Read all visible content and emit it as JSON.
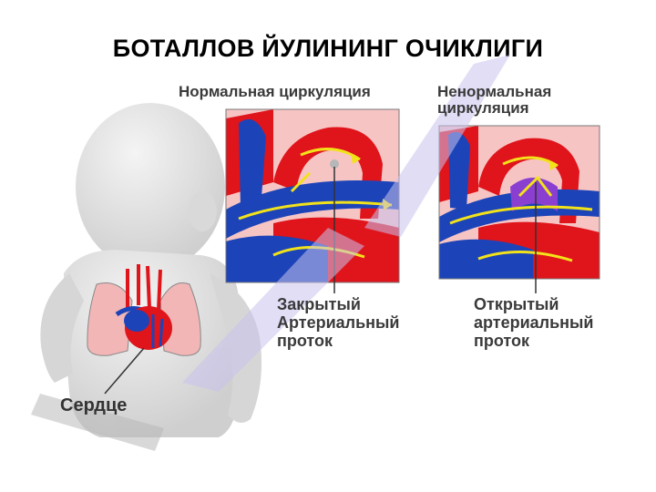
{
  "title": "БОТАЛЛОВ ЙУЛИНИНГ ОЧИКЛИГИ",
  "panels": {
    "normal": {
      "heading": "Нормальная циркуляция",
      "callout_line1": "Закрытый",
      "callout_line2": "Артериальный",
      "callout_line3": "проток"
    },
    "abnormal": {
      "heading_line1": "Ненормальная",
      "heading_line2": "циркуляция",
      "callout_line1": "Открытый",
      "callout_line2": "артериальный",
      "callout_line3": "проток"
    }
  },
  "heart_label": "Сердце",
  "colors": {
    "artery_red": "#e0141b",
    "vein_blue": "#1c44b8",
    "flow_yellow": "#f2e21a",
    "shunt_purple": "#8a3fd0",
    "lung_pink": "#f2b6b6",
    "watermark": "#c9c2ee"
  }
}
